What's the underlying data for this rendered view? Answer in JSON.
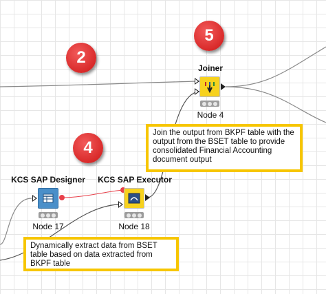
{
  "nodes": {
    "designer": {
      "title": "KCS SAP Designer",
      "label": "Node 17",
      "color": "#4a8fc9"
    },
    "executor": {
      "title": "KCS SAP Executor",
      "label": "Node 18",
      "color": "#f7d21e"
    },
    "joiner": {
      "title": "Joiner",
      "label": "Node 4",
      "color": "#f7d21e"
    }
  },
  "badges": {
    "two": "2",
    "four": "4",
    "five": "5"
  },
  "annotations": {
    "joiner_note": "Join the output from BKPF table with the output from the BSET table to provide consolidated Financial Accounting document output",
    "executor_note": "Dynamically extract data from BSET table based on data extracted from BKPF table"
  },
  "colors": {
    "accent": "#f7c600",
    "badge": "#d92a2a",
    "flow_variable_port": "#e8404a"
  }
}
